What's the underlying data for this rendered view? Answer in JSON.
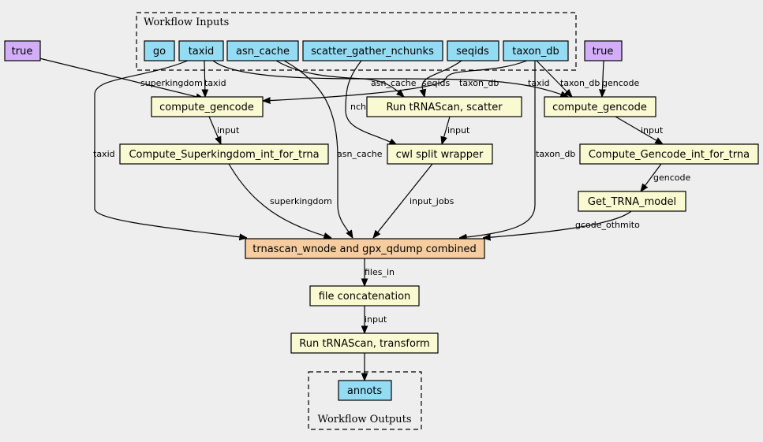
{
  "colors": {
    "background": "#eeeeee",
    "input": "#94dcf4",
    "constant": "#d3aef8",
    "step": "#fafad2",
    "combined": "#f5cda0"
  },
  "clusters": {
    "inputs_label": "Workflow Inputs",
    "outputs_label": "Workflow Outputs"
  },
  "nodes": {
    "go": "go",
    "taxid": "taxid",
    "asn_cache": "asn_cache",
    "scatter_gather_nchunks": "scatter_gather_nchunks",
    "seqids": "seqids",
    "taxon_db": "taxon_db",
    "true_left": "true",
    "true_right": "true",
    "compute_gencode_left": "compute_gencode",
    "run_trnascan_scatter": "Run tRNAScan, scatter",
    "compute_gencode_right": "compute_gencode",
    "compute_superkingdom": "Compute_Superkingdom_int_for_trna",
    "cwl_split": "cwl split wrapper",
    "compute_gencode_int": "Compute_Gencode_int_for_trna",
    "get_trna_model": "Get_TRNA_model",
    "combined": "trnascan_wnode and gpx_qdump combined",
    "file_concat": "file concatenation",
    "run_trnascan_transform": "Run tRNAScan, transform",
    "annots": "annots"
  },
  "edge_labels": {
    "superkingdom_top": "superkingdom",
    "taxid_top": "taxid",
    "asn_cache_top": "asn_cache",
    "seqids_top": "seqids",
    "taxon_db_top": "taxon_db",
    "taxid_right": "taxid",
    "taxon_db_right": "taxon_db",
    "gencode_top": "gencode",
    "nchunks": "nchunks",
    "input_left": "input",
    "input_mid": "input",
    "input_right": "input",
    "taxid_left": "taxid",
    "asn_cache_mid": "asn_cache",
    "taxon_db_mid": "taxon_db",
    "gencode_mid": "gencode",
    "superkingdom_mid": "superkingdom",
    "input_jobs": "input_jobs",
    "gcode_othmito": "gcode_othmito",
    "files_in": "files_in",
    "input_bottom": "input"
  }
}
